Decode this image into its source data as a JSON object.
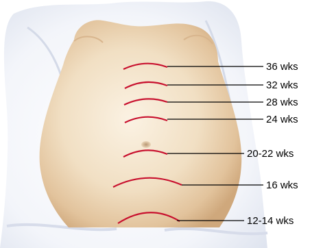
{
  "markers": [
    {
      "id": "36",
      "label": "36 wks"
    },
    {
      "id": "32",
      "label": "32 wks"
    },
    {
      "id": "28",
      "label": "28 wks"
    },
    {
      "id": "24",
      "label": "24 wks"
    },
    {
      "id": "20-22",
      "label": "20-22 wks"
    },
    {
      "id": "16",
      "label": "16 wks"
    },
    {
      "id": "12-14",
      "label": "12-14 wks"
    }
  ],
  "colors": {
    "fundal_arc": "#c8102e",
    "leader_line": "#000000",
    "skin": "#f1ddc0",
    "sheet": "#e6eaf3"
  }
}
